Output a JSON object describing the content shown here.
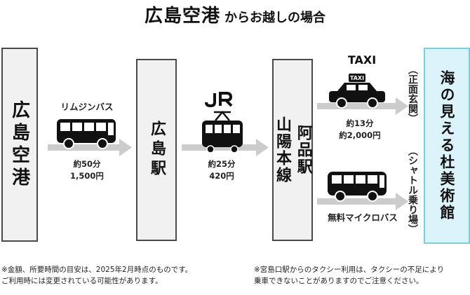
{
  "title": {
    "main": "広島空港",
    "sub": "からお越しの場合"
  },
  "stops": {
    "airport": "広島空港",
    "hiroshima": "広島駅",
    "sanyo_line1": "山陽本線",
    "sanyo_line2": "阿品駅",
    "destination": "海の見える杜美術館"
  },
  "legs": {
    "bus": {
      "label": "リムジンバス",
      "time": "約50分",
      "fare": "1,500円"
    },
    "train": {
      "label": "JR",
      "time": "約25分",
      "fare": "420円"
    },
    "taxi": {
      "label": "TAXI",
      "sign": "TAXI",
      "time": "約13分",
      "fare": "約2,000円"
    },
    "shuttle": {
      "label": "無料マイクロバス"
    }
  },
  "entrances": {
    "main": "（正面玄関）",
    "shuttle": "（シャトル乗り場）"
  },
  "notes": {
    "left_line1": "※金額、所要時間の目安は、2025年2月時点のものです。",
    "left_line2": "ご利用時には変更されている可能性があります。",
    "right_line1": "※宮島口駅からのタクシー利用は、タクシーの不足により",
    "right_line2": "乗車できないことがありますのでご注意ください。"
  },
  "colors": {
    "box_fill": "#f1f1f1",
    "box_border": "#4a4a4a",
    "dest_fill": "#dbf4fb",
    "dest_border": "#74cfe7",
    "arrow": "#cccccc",
    "icon": "#111111"
  },
  "icons": [
    "bus-icon",
    "train-icon",
    "jr-logo",
    "taxi-icon",
    "microbus-icon",
    "arrow-icon"
  ]
}
